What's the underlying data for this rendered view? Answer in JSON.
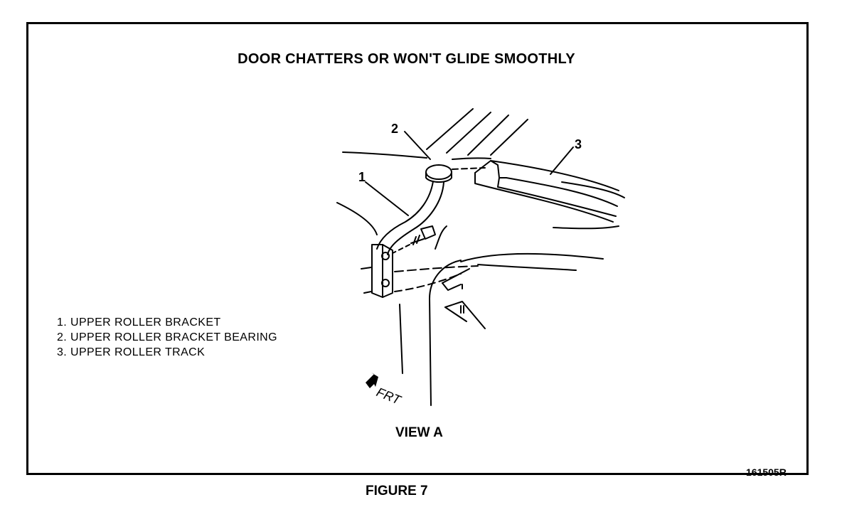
{
  "figure": {
    "title": "DOOR CHATTERS OR WON'T GLIDE SMOOTHLY",
    "view_label": "VIEW A",
    "code": "161505R",
    "caption": "FIGURE 7"
  },
  "legend": [
    {
      "text": "1.  UPPER ROLLER BRACKET"
    },
    {
      "text": "2.  UPPER ROLLER BRACKET BEARING"
    },
    {
      "text": "3.  UPPER ROLLER TRACK"
    }
  ],
  "callouts": {
    "c1": "1",
    "c2": "2",
    "c3": "3"
  },
  "direction_label": "FRT"
}
